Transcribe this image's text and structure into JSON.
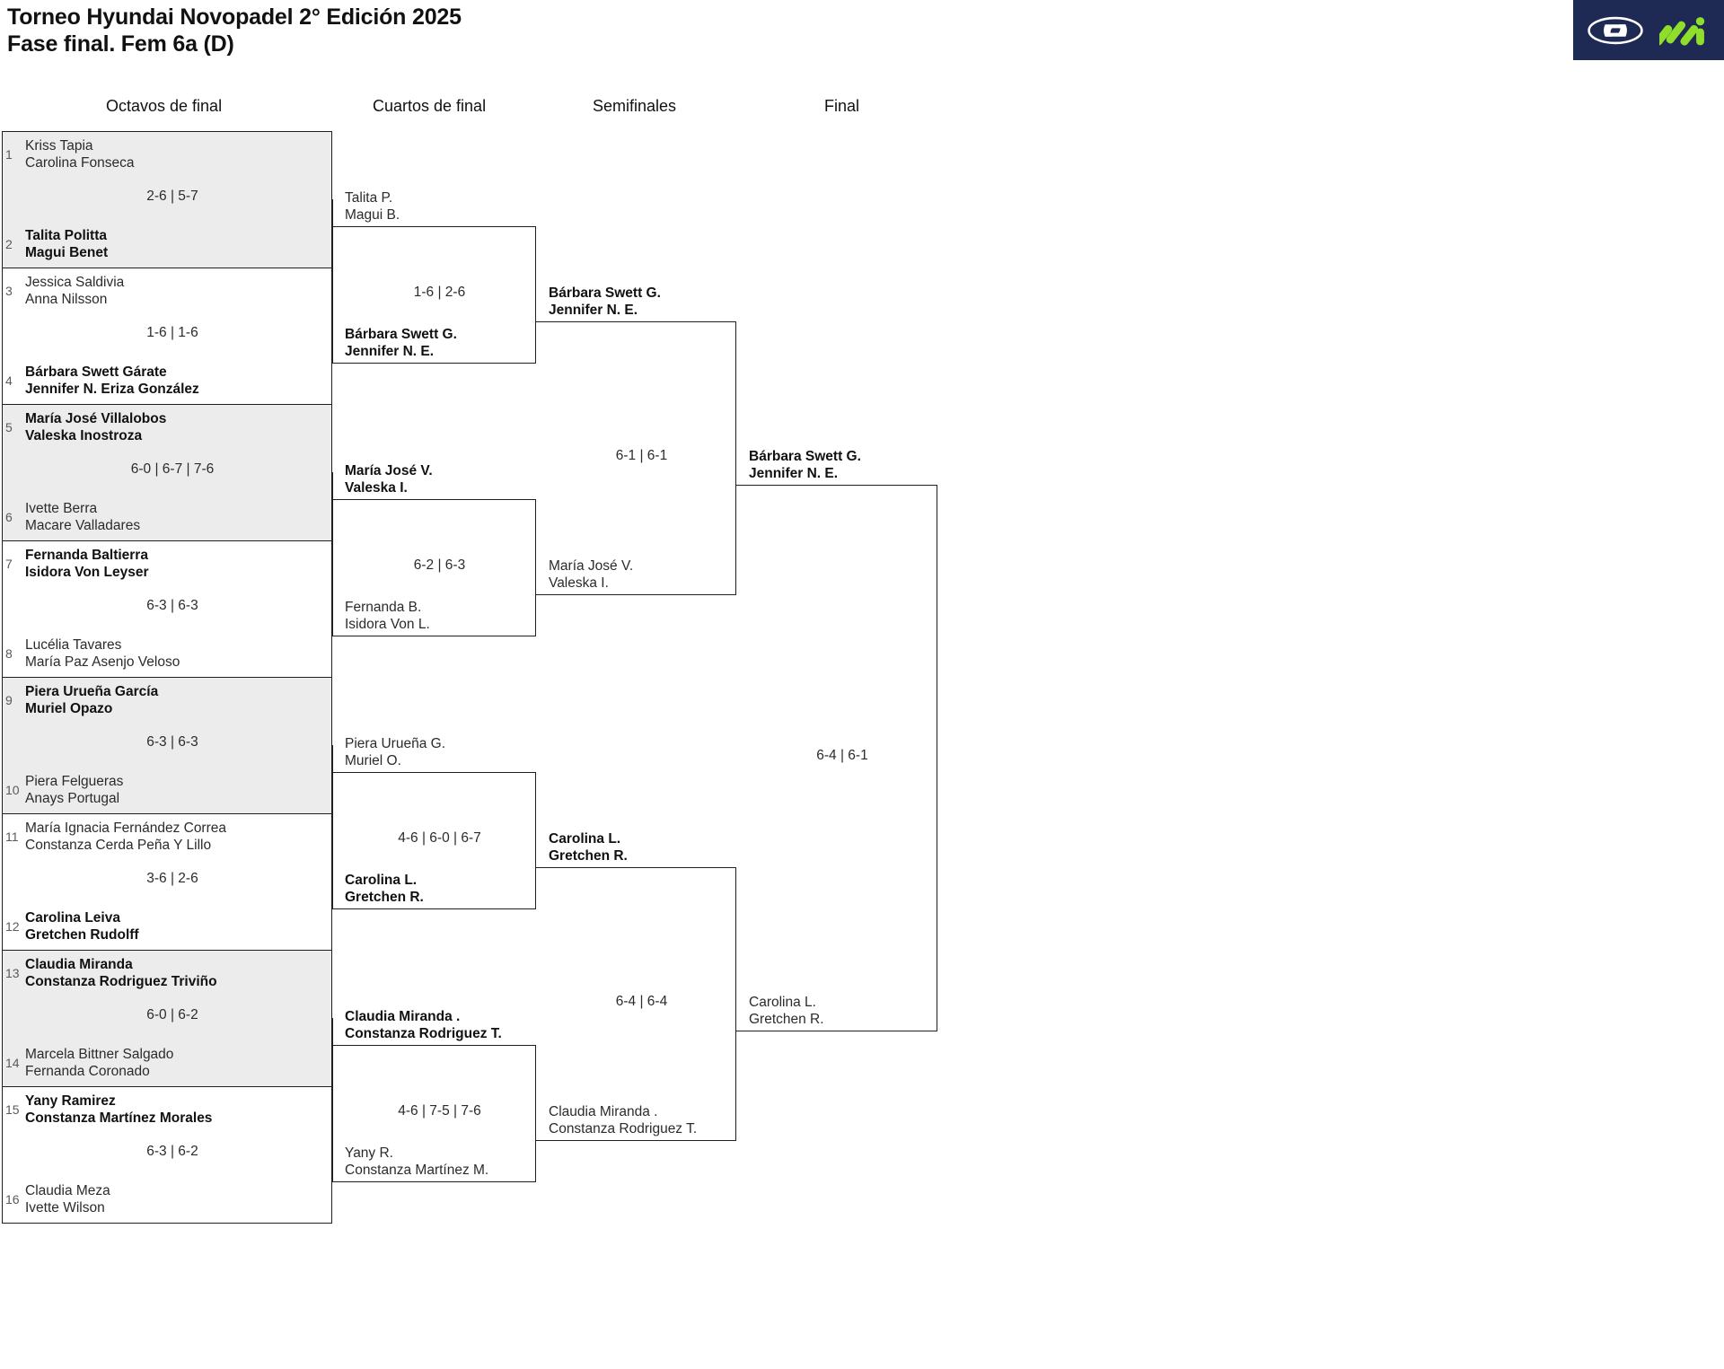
{
  "header": {
    "title_line1": "Torneo Hyundai Novopadel 2° Edición 2025",
    "title_line2": "Fase final. Fem 6a (D)",
    "logo_brand": "hyundai-logo",
    "logo_secondary": "novopadel-m-logo",
    "logo_bg": "#1f2a54",
    "logo_accent": "#8ede2b"
  },
  "rounds": [
    {
      "key": "r16",
      "label": "Octavos de final"
    },
    {
      "key": "qf",
      "label": "Cuartos de final"
    },
    {
      "key": "sf",
      "label": "Semifinales"
    },
    {
      "key": "f",
      "label": "Final"
    }
  ],
  "colors": {
    "shade": "#ececec",
    "line": "#231f20",
    "text": "#2b2b2b",
    "winner_text": "#111111",
    "seed_num": "#5a5a5a"
  },
  "round_of_16": [
    {
      "score": "2-6 | 5-7",
      "shaded": true,
      "top": {
        "seed": "1",
        "p1": "Kriss Tapia",
        "p2": "Carolina Fonseca",
        "winner": false
      },
      "bottom": {
        "seed": "2",
        "p1": "Talita Politta",
        "p2": "Magui Benet",
        "winner": true
      }
    },
    {
      "score": "1-6 | 1-6",
      "shaded": false,
      "top": {
        "seed": "3",
        "p1": "Jessica Saldivia",
        "p2": "Anna Nilsson",
        "winner": false
      },
      "bottom": {
        "seed": "4",
        "p1": "Bárbara Swett Gárate",
        "p2": "Jennifer N. Eriza González",
        "winner": true
      }
    },
    {
      "score": "6-0 | 6-7 | 7-6",
      "shaded": true,
      "top": {
        "seed": "5",
        "p1": "María José Villalobos",
        "p2": "Valeska Inostroza",
        "winner": true
      },
      "bottom": {
        "seed": "6",
        "p1": "Ivette Berra",
        "p2": "Macare Valladares",
        "winner": false
      }
    },
    {
      "score": "6-3 | 6-3",
      "shaded": false,
      "top": {
        "seed": "7",
        "p1": "Fernanda Baltierra",
        "p2": "Isidora Von Leyser",
        "winner": true
      },
      "bottom": {
        "seed": "8",
        "p1": "Lucélia Tavares",
        "p2": "María Paz Asenjo Veloso",
        "winner": false
      }
    },
    {
      "score": "6-3 | 6-3",
      "shaded": true,
      "top": {
        "seed": "9",
        "p1": "Piera Urueña García",
        "p2": "Muriel Opazo",
        "winner": true
      },
      "bottom": {
        "seed": "10",
        "p1": "Piera Felgueras",
        "p2": "Anays Portugal",
        "winner": false
      }
    },
    {
      "score": "3-6 | 2-6",
      "shaded": false,
      "top": {
        "seed": "11",
        "p1": "María Ignacia Fernández Correa",
        "p2": "Constanza Cerda Peña Y Lillo",
        "winner": false
      },
      "bottom": {
        "seed": "12",
        "p1": "Carolina Leiva",
        "p2": "Gretchen Rudolff",
        "winner": true
      }
    },
    {
      "score": "6-0 | 6-2",
      "shaded": true,
      "top": {
        "seed": "13",
        "p1": "Claudia Miranda",
        "p2": "Constanza Rodriguez Triviño",
        "winner": true
      },
      "bottom": {
        "seed": "14",
        "p1": "Marcela Bittner Salgado",
        "p2": "Fernanda Coronado",
        "winner": false
      }
    },
    {
      "score": "6-3 | 6-2",
      "shaded": false,
      "top": {
        "seed": "15",
        "p1": "Yany Ramirez",
        "p2": "Constanza Martínez Morales",
        "winner": true
      },
      "bottom": {
        "seed": "16",
        "p1": "Claudia Meza",
        "p2": "Ivette Wilson",
        "winner": false
      }
    }
  ],
  "quarterfinals": [
    {
      "score": "1-6 | 2-6",
      "top": {
        "p1": "Talita P.",
        "p2": "Magui B.",
        "winner": false
      },
      "bottom": {
        "p1": "Bárbara Swett G.",
        "p2": "Jennifer N. E.",
        "winner": true
      }
    },
    {
      "score": "6-2 | 6-3",
      "top": {
        "p1": "María José V.",
        "p2": "Valeska I.",
        "winner": true
      },
      "bottom": {
        "p1": "Fernanda B.",
        "p2": "Isidora Von L.",
        "winner": false
      }
    },
    {
      "score": "4-6 | 6-0 | 6-7",
      "top": {
        "p1": "Piera Urueña G.",
        "p2": "Muriel O.",
        "winner": false
      },
      "bottom": {
        "p1": "Carolina L.",
        "p2": "Gretchen R.",
        "winner": true
      }
    },
    {
      "score": "4-6 | 7-5 | 7-6",
      "top": {
        "p1": "Claudia Miranda .",
        "p2": "Constanza Rodriguez T.",
        "winner": true
      },
      "bottom": {
        "p1": "Yany R.",
        "p2": "Constanza Martínez M.",
        "winner": false
      }
    }
  ],
  "semifinals": [
    {
      "score": "6-1 | 6-1",
      "top": {
        "p1": "Bárbara Swett G.",
        "p2": "Jennifer N. E.",
        "winner": true
      },
      "bottom": {
        "p1": "María José V.",
        "p2": "Valeska I.",
        "winner": false
      }
    },
    {
      "score": "6-4 | 6-4",
      "top": {
        "p1": "Carolina L.",
        "p2": "Gretchen R.",
        "winner": true
      },
      "bottom": {
        "p1": "Claudia Miranda .",
        "p2": "Constanza Rodriguez T.",
        "winner": false
      }
    }
  ],
  "final": {
    "score": "6-4 | 6-1",
    "top": {
      "p1": "Bárbara Swett G.",
      "p2": "Jennifer N. E.",
      "winner": true
    },
    "bottom": {
      "p1": "Carolina L.",
      "p2": "Gretchen R.",
      "winner": false
    }
  }
}
